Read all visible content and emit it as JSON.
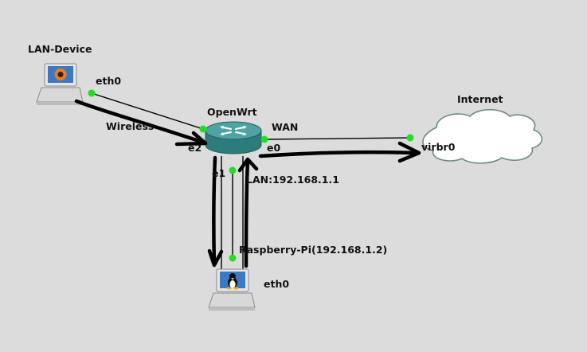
{
  "nodes": {
    "lan_device": {
      "name": "LAN-Device",
      "port": "eth0"
    },
    "openwrt": {
      "name": "OpenWrt",
      "ports": {
        "e0": "e0",
        "e1": "e1",
        "e2": "e2"
      }
    },
    "internet": {
      "name": "Internet",
      "port": "virbr0"
    },
    "raspberry": {
      "name": "Raspberry-Pi(192.168.1.2)",
      "port": "eth0"
    }
  },
  "links": {
    "wireless": "Wireless",
    "wan": "WAN",
    "lan": "LAN:192.168.1.1"
  },
  "colors": {
    "background": "#dcdcdc",
    "link_point": "#22dd22",
    "router_body": "#3a8f8f",
    "cloud_fill": "#ffffff",
    "cloud_stroke": "#6a8a8a",
    "arrow": "#000000"
  },
  "icons": {
    "lan_device": "laptop-icon",
    "openwrt": "router-icon",
    "internet": "cloud-icon",
    "raspberry": "linux-laptop-icon"
  }
}
